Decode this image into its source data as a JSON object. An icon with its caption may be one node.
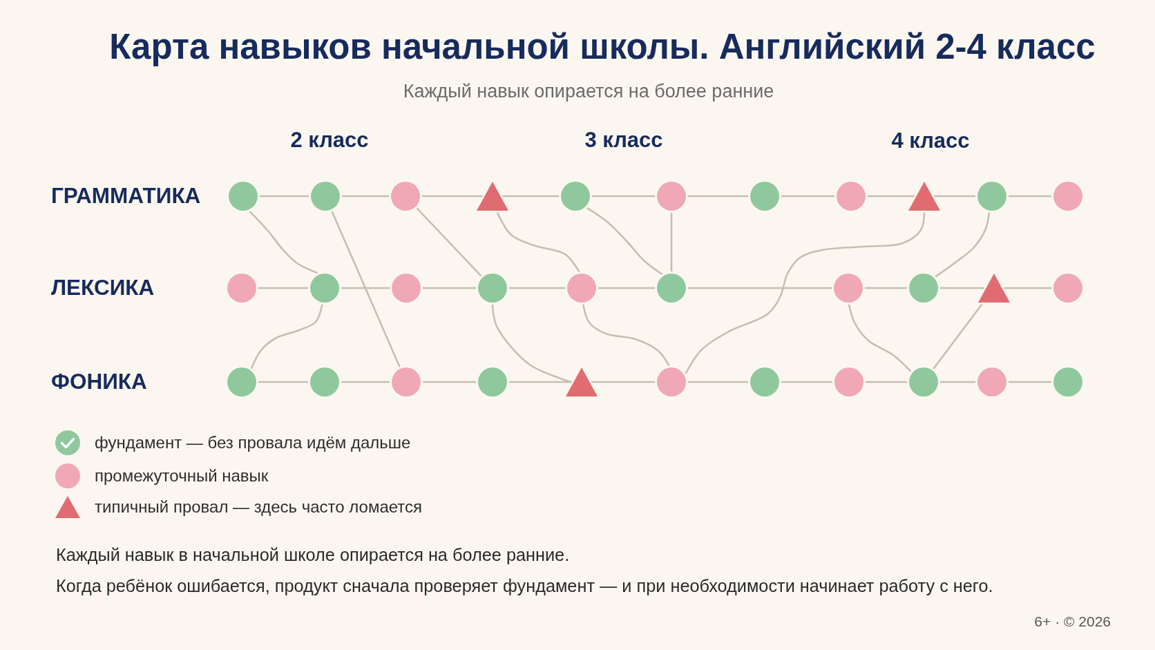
{
  "diagram": {
    "title": "Карта навыков начальной школы. Английский 2-4 класс",
    "nodes": [
      {
        "text": [],
        "shape": "circle"
      },
      {
        "text": [],
        "shape": "circle"
      },
      {
        "text": [],
        "shape": "circle"
      },
      {
        "text": [],
        "shape": "triangle"
      },
      {
        "text": [],
        "shape": "circle"
      },
      {
        "text": [],
        "shape": "circle"
      },
      {
        "text": [],
        "shape": "circle"
      },
      {
        "text": [],
        "shape": "circle"
      },
      {
        "text": [],
        "shape": "triangle"
      },
      {
        "text": [],
        "shape": "circle"
      },
      {
        "text": [],
        "shape": "circle"
      },
      {
        "text": [],
        "shape": "circle"
      },
      {
        "text": [],
        "shape": "circle"
      },
      {
        "text": [],
        "shape": "circle"
      },
      {
        "text": [],
        "shape": "circle"
      },
      {
        "text": [],
        "shape": "circle"
      },
      {
        "text": [],
        "shape": "circle"
      },
      {
        "text": [],
        "shape": "circle"
      },
      {
        "text": [],
        "shape": "circle"
      },
      {
        "text": [],
        "shape": "triangle"
      },
      {
        "text": [],
        "shape": "circle"
      },
      {
        "text": [],
        "shape": "circle"
      },
      {
        "text": [],
        "shape": "circle"
      },
      {
        "text": [],
        "shape": "circle"
      },
      {
        "text": [],
        "shape": "circle"
      },
      {
        "text": [],
        "shape": "triangle"
      },
      {
        "text": [],
        "shape": "circle"
      },
      {
        "text": [],
        "shape": "circle"
      },
      {
        "text": [],
        "shape": "circle"
      },
      {
        "text": [],
        "shape": "circle"
      },
      {
        "text": [],
        "shape": "circle"
      },
      {
        "text": [],
        "shape": "circle"
      }
    ],
    "edges": [
      {
        "from": 0,
        "to": 1,
        "arrow": "none"
      },
      {
        "from": 1,
        "to": 2,
        "arrow": "none"
      },
      {
        "from": 2,
        "to": 3,
        "arrow": "none"
      },
      {
        "from": 3,
        "to": 4,
        "arrow": "none"
      },
      {
        "from": 4,
        "to": 5,
        "arrow": "none"
      },
      {
        "from": 5,
        "to": 6,
        "arrow": "none"
      },
      {
        "from": 6,
        "to": 7,
        "arrow": "none"
      },
      {
        "from": 7,
        "to": 8,
        "arrow": "none"
      },
      {
        "from": 8,
        "to": 9,
        "arrow": "none"
      },
      {
        "from": 9,
        "to": 10,
        "arrow": "none"
      },
      {
        "from": 11,
        "to": 12,
        "arrow": "none"
      },
      {
        "from": 12,
        "to": 13,
        "arrow": "none"
      },
      {
        "from": 13,
        "to": 14,
        "arrow": "none"
      },
      {
        "from": 14,
        "to": 15,
        "arrow": "none"
      },
      {
        "from": 15,
        "to": 16,
        "arrow": "none"
      },
      {
        "from": 16,
        "to": 17,
        "arrow": "none"
      },
      {
        "from": 17,
        "to": 18,
        "arrow": "none"
      },
      {
        "from": 18,
        "to": 19,
        "arrow": "none"
      },
      {
        "from": 19,
        "to": 20,
        "arrow": "none"
      },
      {
        "from": 21,
        "to": 22,
        "arrow": "none"
      },
      {
        "from": 22,
        "to": 23,
        "arrow": "none"
      },
      {
        "from": 23,
        "to": 24,
        "arrow": "none"
      },
      {
        "from": 24,
        "to": 25,
        "arrow": "none"
      },
      {
        "from": 25,
        "to": 26,
        "arrow": "none"
      },
      {
        "from": 26,
        "to": 27,
        "arrow": "none"
      },
      {
        "from": 27,
        "to": 28,
        "arrow": "none"
      },
      {
        "from": 28,
        "to": 29,
        "arrow": "none"
      },
      {
        "from": 29,
        "to": 30,
        "arrow": "none"
      },
      {
        "from": 30,
        "to": 31,
        "arrow": "none"
      },
      {
        "from": 0,
        "to": 12,
        "arrow": "none"
      },
      {
        "from": 1,
        "to": 23,
        "arrow": "none"
      },
      {
        "from": 2,
        "to": 14,
        "arrow": "none"
      },
      {
        "from": 3,
        "to": 15,
        "arrow": "none"
      },
      {
        "from": 4,
        "to": 16,
        "arrow": "none"
      },
      {
        "from": 5,
        "to": 16,
        "arrow": "none"
      },
      {
        "from": 12,
        "to": 21,
        "arrow": "none"
      },
      {
        "from": 14,
        "to": 25,
        "arrow": "none"
      },
      {
        "from": 15,
        "to": 26,
        "arrow": "none"
      },
      {
        "from": 8,
        "to": 26,
        "arrow": "none"
      },
      {
        "from": 9,
        "to": 18,
        "arrow": "none"
      },
      {
        "from": 17,
        "to": 29,
        "arrow": "none"
      },
      {
        "from": 19,
        "to": 29,
        "arrow": "none"
      }
    ],
    "labels": [
      "Каждый навык опирается на более ранние",
      "2 класс",
      "3 класс",
      "4 класс",
      "ГРАММАТИКА",
      "ЛЕКСИКА",
      "ФОНИКА",
      "Каждый навык в начальной школе опирается на более ранние.",
      "Когда ребёнок ошибается, продукт сначала проверяет фундамент — и при необходимости начинает работу с него.",
      "6+ · © 2026"
    ],
    "legend": [
      {
        "text": "фундамент — без провала идём дальше",
        "color": "#8fc89c"
      },
      {
        "text": "промежуточный навык",
        "color": "#efa8b4"
      },
      {
        "text": "типичный провал — здесь часто ломается",
        "color": "#e06c71"
      }
    ]
  }
}
